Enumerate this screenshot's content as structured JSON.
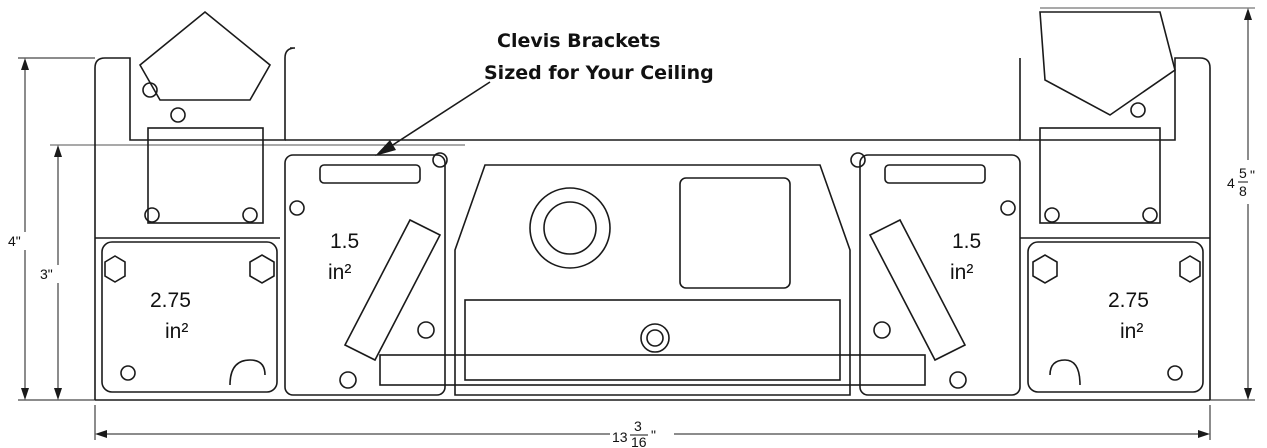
{
  "callout": {
    "line1": "Clevis Brackets",
    "line2": "Sized for Your Ceiling"
  },
  "areas": {
    "left_outer_value": "2.75",
    "left_outer_unit": "in²",
    "left_inner_value": "1.5",
    "left_inner_unit": "in²",
    "right_inner_value": "1.5",
    "right_inner_unit": "in²",
    "right_outer_value": "2.75",
    "right_outer_unit": "in²"
  },
  "dimensions": {
    "height_left_outer": "4\"",
    "height_left_inner": "3\"",
    "height_right_whole": "4",
    "height_right_num": "5",
    "height_right_den": "8",
    "height_right_suffix": "\"",
    "width_whole": "13",
    "width_num": "3",
    "width_den": "16",
    "width_suffix": "\""
  },
  "colors": {
    "line": "#1a1a1a",
    "background": "#ffffff"
  }
}
